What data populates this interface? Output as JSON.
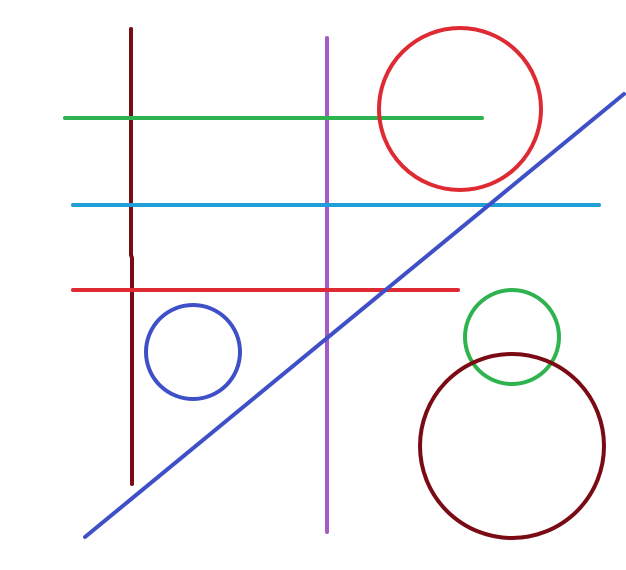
{
  "colors": {
    "background": "#ffffff",
    "dark_red": "#7a0a14",
    "green": "#2fb34f",
    "cyan": "#1f9fd8",
    "red": "#dd2a33",
    "purple": "#a55bc6",
    "blue": "#3f4fc8"
  },
  "shapes": {
    "lines": [
      {
        "name": "dark-red-vertical-line",
        "color": "dark_red"
      },
      {
        "name": "purple-vertical-line",
        "color": "purple"
      },
      {
        "name": "green-horizontal-line",
        "color": "green"
      },
      {
        "name": "cyan-horizontal-line",
        "color": "cyan"
      },
      {
        "name": "red-horizontal-line",
        "color": "red"
      },
      {
        "name": "blue-diagonal-line",
        "color": "blue"
      }
    ],
    "circles": [
      {
        "name": "red-circle",
        "color": "red"
      },
      {
        "name": "blue-circle",
        "color": "blue"
      },
      {
        "name": "green-circle",
        "color": "green"
      },
      {
        "name": "dark-red-circle",
        "color": "dark_red"
      }
    ]
  }
}
